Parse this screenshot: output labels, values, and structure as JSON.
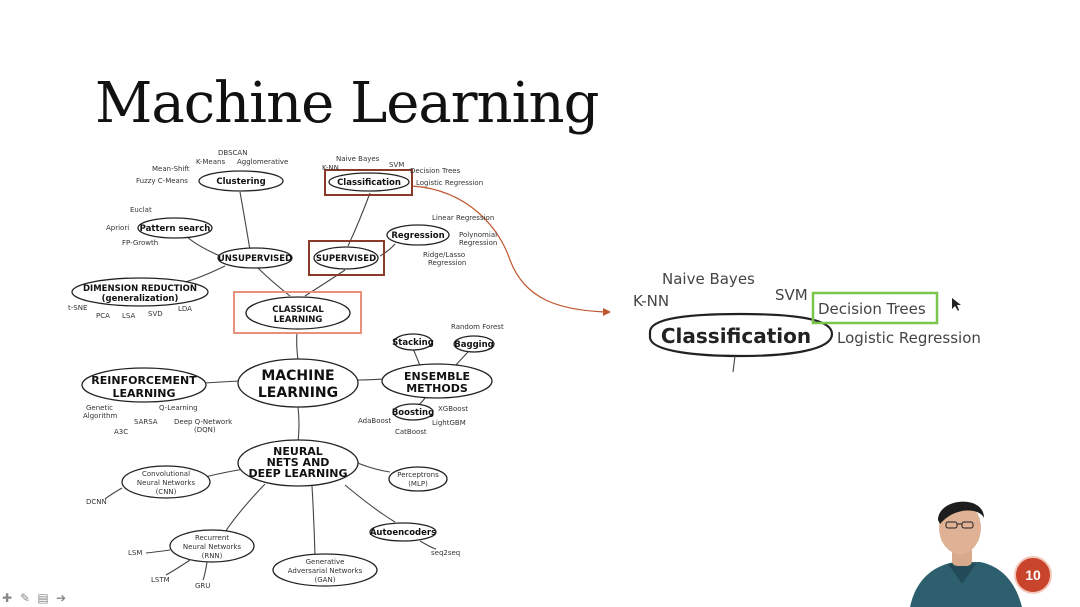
{
  "slide": {
    "title": "Machine Learning",
    "page_number": "10"
  },
  "mindmap": {
    "center": [
      "MACHINE",
      "LEARNING"
    ],
    "classical": [
      "CLASSICAL",
      "LEARNING"
    ],
    "unsupervised": "UNSUPERVISED",
    "supervised": "SUPERVISED",
    "clustering": "Clustering",
    "clustering_algos": [
      "DBSCAN",
      "K-Means",
      "Agglomerative",
      "Mean-Shift",
      "Fuzzy C-Means"
    ],
    "pattern_search": "Pattern search",
    "pattern_algos": [
      "Euclat",
      "Apriori",
      "FP-Growth"
    ],
    "dim_reduction": [
      "DIMENSION REDUCTION",
      "(generalization)"
    ],
    "dim_algos": [
      "t-SNE",
      "PCA",
      "LSA",
      "SVD",
      "LDA"
    ],
    "classification": "Classification",
    "classification_algos": [
      "Naive Bayes",
      "K-NN",
      "SVM",
      "Decision Trees",
      "Logistic Regression"
    ],
    "regression": "Regression",
    "regression_algos": [
      "Linear Regression",
      "Polynomial",
      "Regression",
      "Ridge/Lasso",
      "Regression"
    ],
    "reinforcement": [
      "REINFORCEMENT",
      "LEARNING"
    ],
    "reinforcement_algos": [
      "Genetic",
      "Algorithm",
      "Q-Learning",
      "SARSA",
      "Deep Q-Network",
      "(DQN)",
      "A3C"
    ],
    "ensemble": [
      "ENSEMBLE",
      "METHODS"
    ],
    "stacking": "Stacking",
    "bagging": "Bagging",
    "random_forest": "Random Forest",
    "boosting": "Boosting",
    "boosting_algos": [
      "XGBoost",
      "AdaBoost",
      "LightGBM",
      "CatBoost"
    ],
    "neural": [
      "NEURAL",
      "NETS AND",
      "DEEP LEARNING"
    ],
    "cnn": [
      "Convolutional",
      "Neural Networks",
      "(CNN)"
    ],
    "dcnn": "DCNN",
    "rnn": [
      "Recurrent",
      "Neural Networks",
      "(RNN)"
    ],
    "rnn_algos": [
      "LSM",
      "LSTM",
      "GRU"
    ],
    "gan": [
      "Generative",
      "Adversarial Networks",
      "(GAN)"
    ],
    "perceptrons": [
      "Perceptrons",
      "(MLP)"
    ],
    "autoencoders": "Autoencoders",
    "seq2seq": "seq2seq"
  },
  "zoom": {
    "title": "Classification",
    "items": [
      "Naive Bayes",
      "K-NN",
      "SVM",
      "Decision Trees",
      "Logistic Regression"
    ]
  },
  "colors": {
    "accent_box": "#8b3a2a",
    "classical_box": "#e8917a",
    "highlight_green": "#7cc44c",
    "arrow": "#c0562f",
    "page_badge": "#c8452c"
  },
  "toolbar": {
    "icons": [
      "arrow-left-icon",
      "pen-icon",
      "slides-icon",
      "arrow-right-icon"
    ],
    "glyphs": [
      "✚",
      "✎",
      "▤",
      "➔"
    ]
  }
}
